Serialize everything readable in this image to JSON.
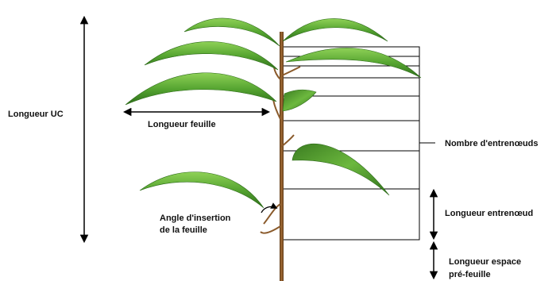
{
  "labels": {
    "uc_length": "Longueur UC",
    "leaf_length": "Longueur feuille",
    "internode_count": "Nombre d'entrenœuds",
    "insertion_angle_line1": "Angle d'insertion",
    "insertion_angle_line2": "de la feuille",
    "internode_length": "Longueur entrenœud",
    "prefeuille_line1": "Longueur espace",
    "prefeuille_line2": "pré-feuille"
  },
  "colors": {
    "leaf_light": "#7fc24a",
    "leaf_mid": "#4f9a2c",
    "leaf_dark": "#2c6a18",
    "stem": "#8a5a2b",
    "stem_dark": "#5e3a17",
    "line": "#000000"
  }
}
